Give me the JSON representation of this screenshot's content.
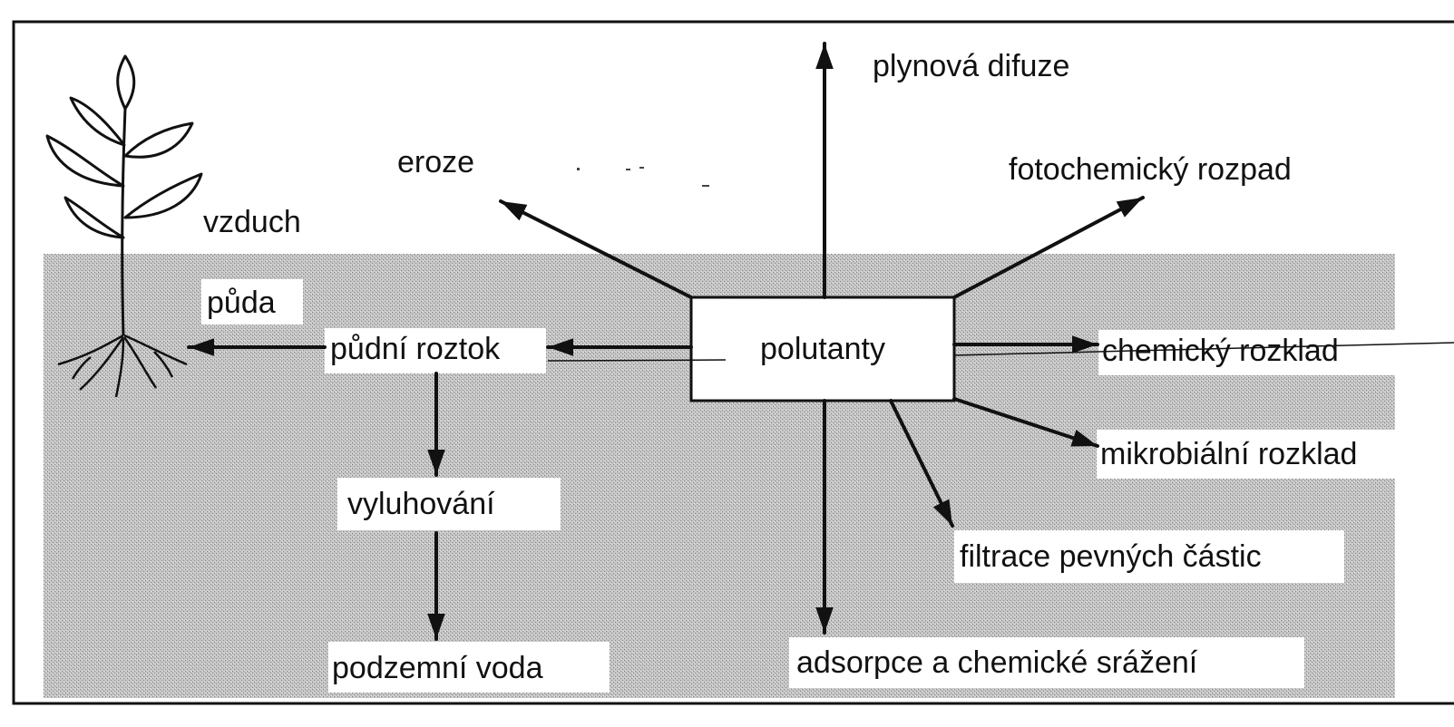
{
  "center": {
    "label": "polutanty"
  },
  "labels": {
    "air": "vzduch",
    "soil": "půda",
    "gas_diffusion": "plynová difuze",
    "erosion": "eroze",
    "photochemical": "fotochemický rozpad",
    "soil_solution": "půdní roztok",
    "chemical": "chemický rozklad",
    "microbial": "mikrobiální rozklad",
    "leaching": "vyluhování",
    "filtration": "filtrace pevných částic",
    "groundwater": "podzemní voda",
    "adsorption": "adsorpce a chemické srážení"
  },
  "icons": {
    "plant": "plant-icon",
    "arrow": "arrow-icon"
  },
  "colors": {
    "ink": "#111111",
    "soil_shade": "#bdbdbd",
    "background": "#ffffff"
  }
}
